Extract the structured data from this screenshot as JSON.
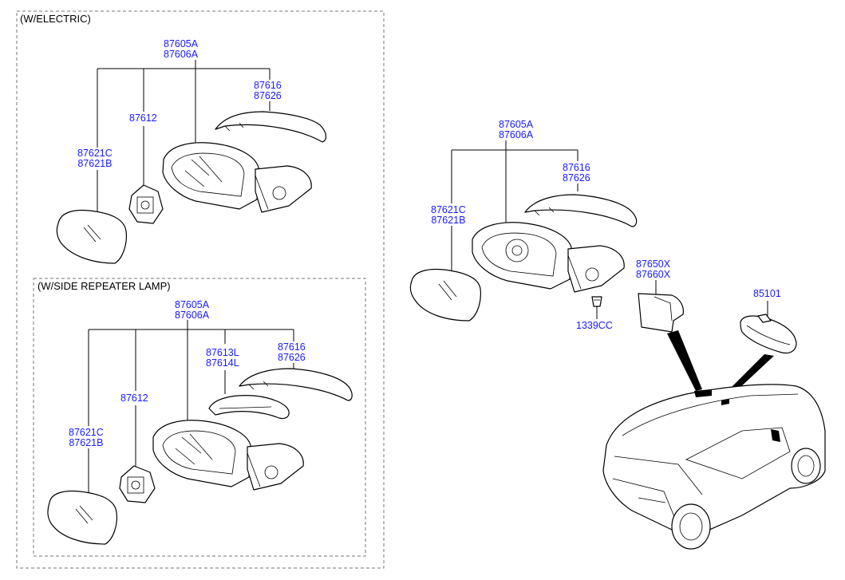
{
  "sections": {
    "electric": "(W/ELECTRIC)",
    "repeater": "(W/SIDE REPEATER LAMP)"
  },
  "electric": {
    "assy_a": "87605A",
    "assy_b": "87606A",
    "cover_a": "87616",
    "cover_b": "87626",
    "actuator": "87612",
    "glass_a": "87621C",
    "glass_b": "87621B"
  },
  "repeater": {
    "assy_a": "87605A",
    "assy_b": "87606A",
    "lamp_a": "87613L",
    "lamp_b": "87614L",
    "cover_a": "87616",
    "cover_b": "87626",
    "actuator": "87612",
    "glass_a": "87621C",
    "glass_b": "87621B"
  },
  "manual": {
    "assy_a": "87605A",
    "assy_b": "87606A",
    "cover_a": "87616",
    "cover_b": "87626",
    "glass_a": "87621C",
    "glass_b": "87621B",
    "screw": "1339CC"
  },
  "inside": {
    "cover_a": "87650X",
    "cover_b": "87660X",
    "mirror": "85101"
  },
  "colors": {
    "label": "#1a1aff",
    "line": "#000000",
    "dashed_box": "#777777"
  }
}
